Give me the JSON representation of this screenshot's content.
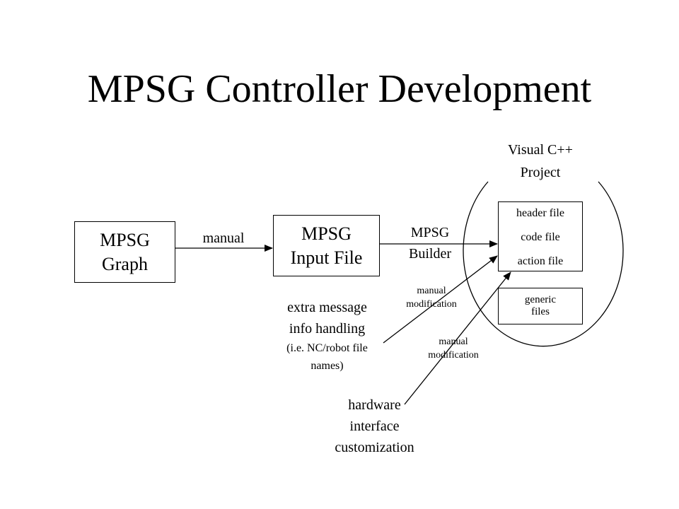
{
  "title": "MPSG Controller Development",
  "nodes": {
    "mpsg_graph": {
      "line1": "MPSG",
      "line2": "Graph"
    },
    "mpsg_input_file": {
      "line1": "MPSG",
      "line2": "Input File"
    },
    "project_files": {
      "header": "header file",
      "code": "code file",
      "action": "action file"
    },
    "generic_files": {
      "line1": "generic",
      "line2": "files"
    }
  },
  "labels": {
    "visual_cpp": {
      "line1": "Visual C++",
      "line2": "Project"
    },
    "manual": "manual",
    "mpsg_builder": {
      "line1": "MPSG",
      "line2": "Builder"
    },
    "extra_message": {
      "line1": "extra message",
      "line2": "info handling",
      "line3": "(i.e. NC/robot file",
      "line4": "names)"
    },
    "manual_modification_1": {
      "line1": "manual",
      "line2": "modification"
    },
    "manual_modification_2": {
      "line1": "manual",
      "line2": "modification"
    },
    "hardware": {
      "line1": "hardware",
      "line2": "interface",
      "line3": "customization"
    }
  }
}
